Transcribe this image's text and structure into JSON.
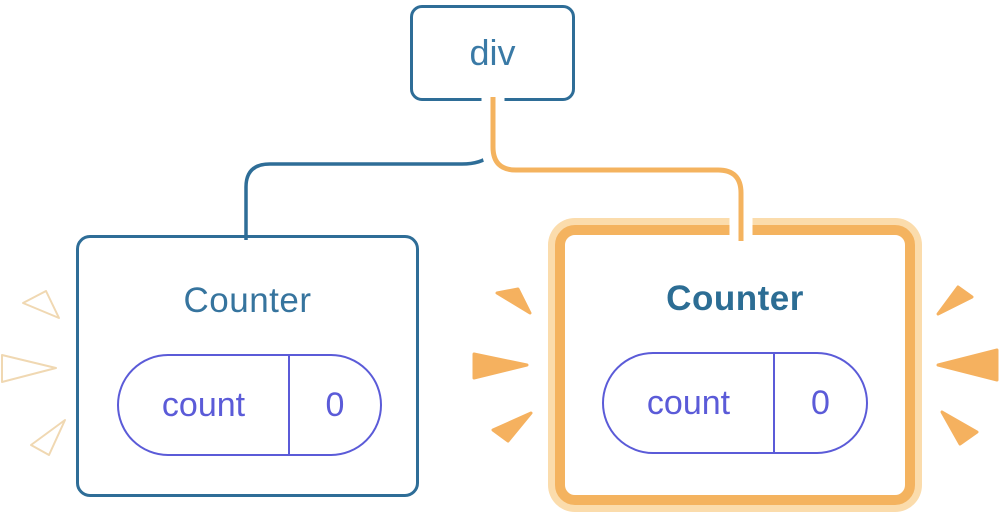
{
  "diagram": {
    "root": {
      "label": "div"
    },
    "children": [
      {
        "title": "Counter",
        "state": {
          "key": "count",
          "value": "0"
        },
        "highlighted": false
      },
      {
        "title": "Counter",
        "state": {
          "key": "count",
          "value": "0"
        },
        "highlighted": true
      }
    ],
    "colors": {
      "node_border_blue": "#2e6d97",
      "label_blue": "#36749e",
      "highlight_orange": "#f4b35f",
      "highlight_orange_light": "#fbdcac",
      "state_purple": "#5b5bd8",
      "background": "#ffffff"
    }
  }
}
